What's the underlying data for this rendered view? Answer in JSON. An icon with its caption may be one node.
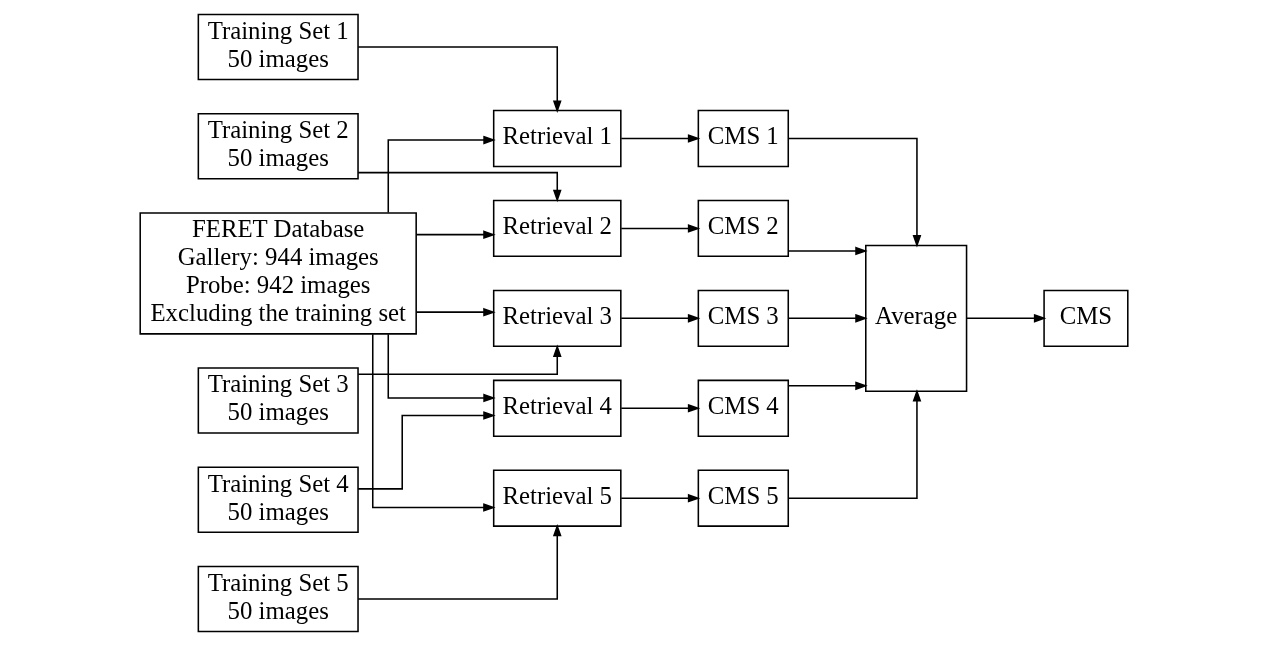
{
  "diagram": {
    "nodes": [
      {
        "text": [
          "FERET Database",
          "Gallery: 944 images",
          "Probe: 942 images",
          "Excluding the training set"
        ]
      },
      {
        "text": [
          "Training Set 1",
          "50 images"
        ]
      },
      {
        "text": [
          "Training Set 2",
          "50 images"
        ]
      },
      {
        "text": [
          "Training Set 3",
          "50 images"
        ]
      },
      {
        "text": [
          "Training Set 4",
          "50 images"
        ]
      },
      {
        "text": [
          "Training Set 5",
          "50 images"
        ]
      },
      {
        "text": [
          "Retrieval 1"
        ]
      },
      {
        "text": [
          "Retrieval 2"
        ]
      },
      {
        "text": [
          "Retrieval 3"
        ]
      },
      {
        "text": [
          "Retrieval 4"
        ]
      },
      {
        "text": [
          "Retrieval 5"
        ]
      },
      {
        "text": [
          "CMS 1"
        ]
      },
      {
        "text": [
          "CMS 2"
        ]
      },
      {
        "text": [
          "CMS 3"
        ]
      },
      {
        "text": [
          "CMS 4"
        ]
      },
      {
        "text": [
          "CMS 5"
        ]
      },
      {
        "text": [
          "Average"
        ]
      },
      {
        "text": [
          "CMS"
        ]
      }
    ],
    "edges": [
      {
        "from": 0,
        "to": 6,
        "arrow": "to"
      },
      {
        "from": 0,
        "to": 7,
        "arrow": "to"
      },
      {
        "from": 0,
        "to": 8,
        "arrow": "to"
      },
      {
        "from": 0,
        "to": 9,
        "arrow": "to"
      },
      {
        "from": 0,
        "to": 10,
        "arrow": "to"
      },
      {
        "from": 1,
        "to": 6,
        "arrow": "to"
      },
      {
        "from": 2,
        "to": 7,
        "arrow": "to"
      },
      {
        "from": 3,
        "to": 8,
        "arrow": "to"
      },
      {
        "from": 4,
        "to": 9,
        "arrow": "to"
      },
      {
        "from": 5,
        "to": 10,
        "arrow": "to"
      },
      {
        "from": 6,
        "to": 11,
        "arrow": "to"
      },
      {
        "from": 7,
        "to": 12,
        "arrow": "to"
      },
      {
        "from": 8,
        "to": 13,
        "arrow": "to"
      },
      {
        "from": 9,
        "to": 14,
        "arrow": "to"
      },
      {
        "from": 10,
        "to": 15,
        "arrow": "to"
      },
      {
        "from": 11,
        "to": 16,
        "arrow": "to"
      },
      {
        "from": 12,
        "to": 16,
        "arrow": "to"
      },
      {
        "from": 13,
        "to": 16,
        "arrow": "to"
      },
      {
        "from": 14,
        "to": 16,
        "arrow": "to"
      },
      {
        "from": 15,
        "to": 16,
        "arrow": "to"
      },
      {
        "from": 16,
        "to": 17,
        "arrow": "to"
      }
    ]
  }
}
